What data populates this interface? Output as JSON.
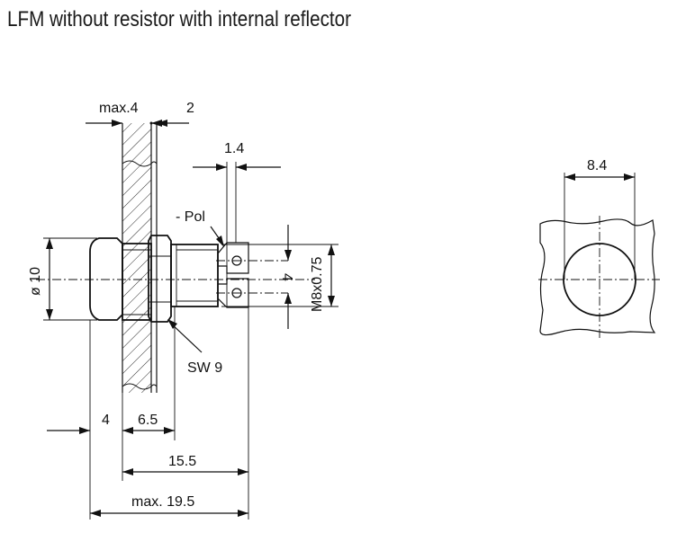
{
  "title": "LFM without resistor with internal reflector",
  "dimensions": {
    "max4": "max.4",
    "two": "2",
    "one_four": "1.4",
    "pol": "- Pol",
    "dia10": "ø 10",
    "four_v": "4",
    "m8": "M8x0.75",
    "sw9": "SW 9",
    "four": "4",
    "six_five": "6.5",
    "fifteen_five": "15.5",
    "max19_5": "max. 19.5",
    "eight_four": "8.4"
  }
}
